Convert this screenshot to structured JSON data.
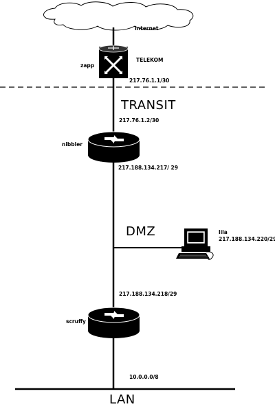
{
  "internet": {
    "label": "Internet"
  },
  "zapp": {
    "name": "zapp",
    "provider": "TELEKOM",
    "ip": "217.76.1.1/30"
  },
  "transit": {
    "label": "TRANSIT"
  },
  "nibbler": {
    "name": "nibbler",
    "ip_top": "217.76.1.2/30",
    "ip_bottom": "217.188.134.217/ 29"
  },
  "dmz": {
    "label": "DMZ"
  },
  "lila": {
    "name": "lila",
    "ip": "217.188.134.220/29"
  },
  "scruffy": {
    "name": "scruffy",
    "ip_top": "217.188.134.218/29"
  },
  "lan": {
    "label": "LAN",
    "network": "10.0.0.0/8"
  }
}
